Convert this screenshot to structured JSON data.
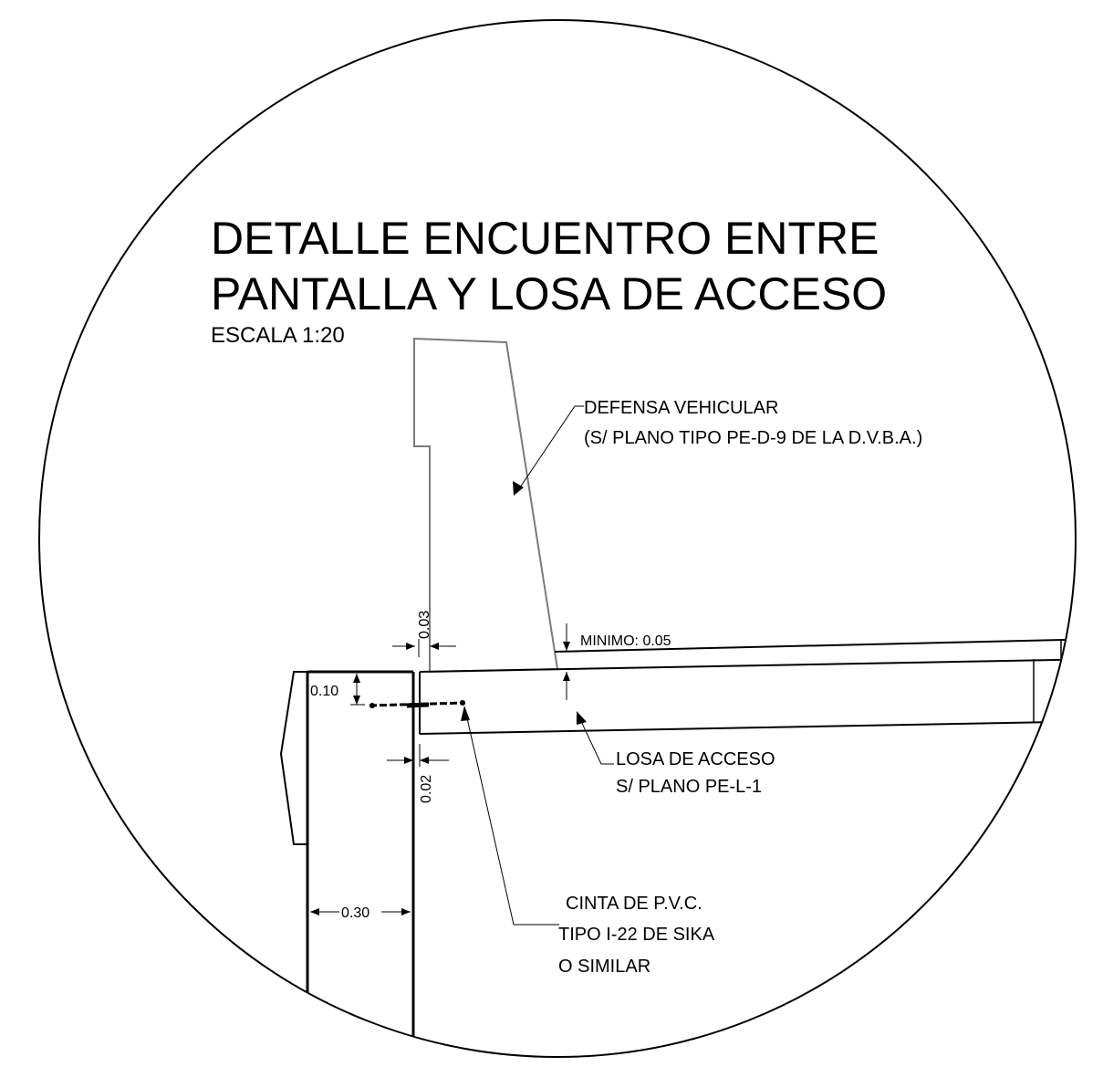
{
  "title": {
    "line1": "DETALLE ENCUENTRO ENTRE",
    "line2": "PANTALLA Y LOSA DE ACCESO",
    "scale": "ESCALA 1:20"
  },
  "labels": {
    "defensa_line1": "DEFENSA VEHICULAR",
    "defensa_line2": "(S/ PLANO TIPO PE-D-9 DE LA D.V.B.A.)",
    "minimo": "MINIMO: 0.05",
    "losa_line1": "LOSA DE ACCESO",
    "losa_line2": "S/ PLANO PE-L-1",
    "cinta_line1": "CINTA DE P.V.C.",
    "cinta_line2": "TIPO I-22 DE SIKA",
    "cinta_line3": "O SIMILAR"
  },
  "dimensions": {
    "gap_top": "0.03",
    "depth_010": "0.10",
    "gap_bottom": "0.02",
    "wall_width": "0.30"
  },
  "colors": {
    "line": "#000000",
    "defensa_outline": "#7a7a7a",
    "background": "#ffffff"
  }
}
